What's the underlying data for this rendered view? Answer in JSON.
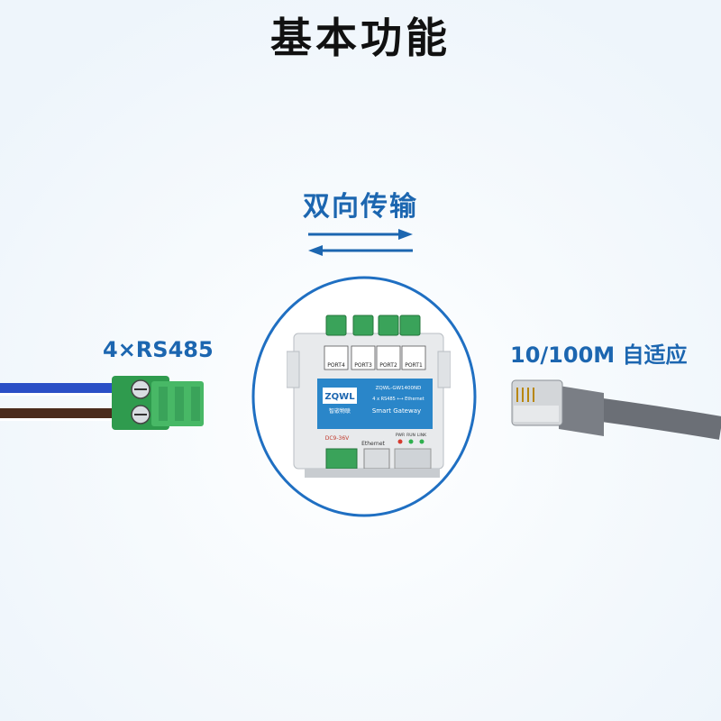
{
  "header": {
    "title": "基本功能"
  },
  "transfer": {
    "label": "双向传输"
  },
  "left_port": {
    "label": "4×RS485"
  },
  "right_port": {
    "label": "10/100M 自适应"
  },
  "device": {
    "ports": [
      "PORT4",
      "PORT3",
      "PORT2",
      "PORT1"
    ],
    "model": "ZQWL-GW1400ND",
    "function": "4 x RS485 ⟷ Ethernet",
    "name": "Smart Gateway",
    "brand": "ZQWL",
    "brand_cn": "智嵌物联",
    "power": "DC9-36V",
    "ethernet": "Ethernet",
    "led_labels": [
      "PWR",
      "RUN",
      "LINK"
    ]
  },
  "colors": {
    "accent": "#1c66b0",
    "ring": "#1f6fc2",
    "terminal_green": "#3aa35a",
    "cable_gray": "#6b6f76"
  }
}
